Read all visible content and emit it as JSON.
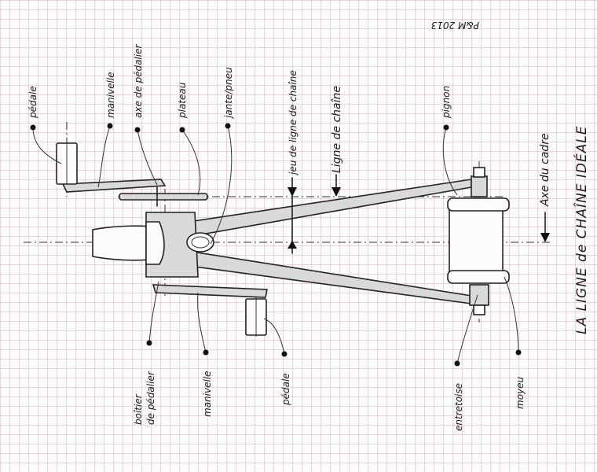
{
  "signature": "P&M 2013",
  "title": "LA LIGNE de CHAÎNE IDÉALE",
  "labels": {
    "pedale_top": "pédale",
    "manivelle_top": "manivelle",
    "axe_pedalier": "axe de pédalier",
    "plateau": "plateau",
    "jante_pneu": "jante/pneu",
    "jeu_ligne": "jeu de ligne de chaîne",
    "ligne_chaine": "Ligne de chaîne",
    "pignon": "pignon",
    "axe_cadre": "Axe du cadre",
    "boitier_line1": "boîtier",
    "boitier_line2": "de pédalier",
    "manivelle_bottom": "manivelle",
    "pedale_bottom": "pédale",
    "entretoise": "entretoise",
    "moyeu": "moyeu"
  }
}
